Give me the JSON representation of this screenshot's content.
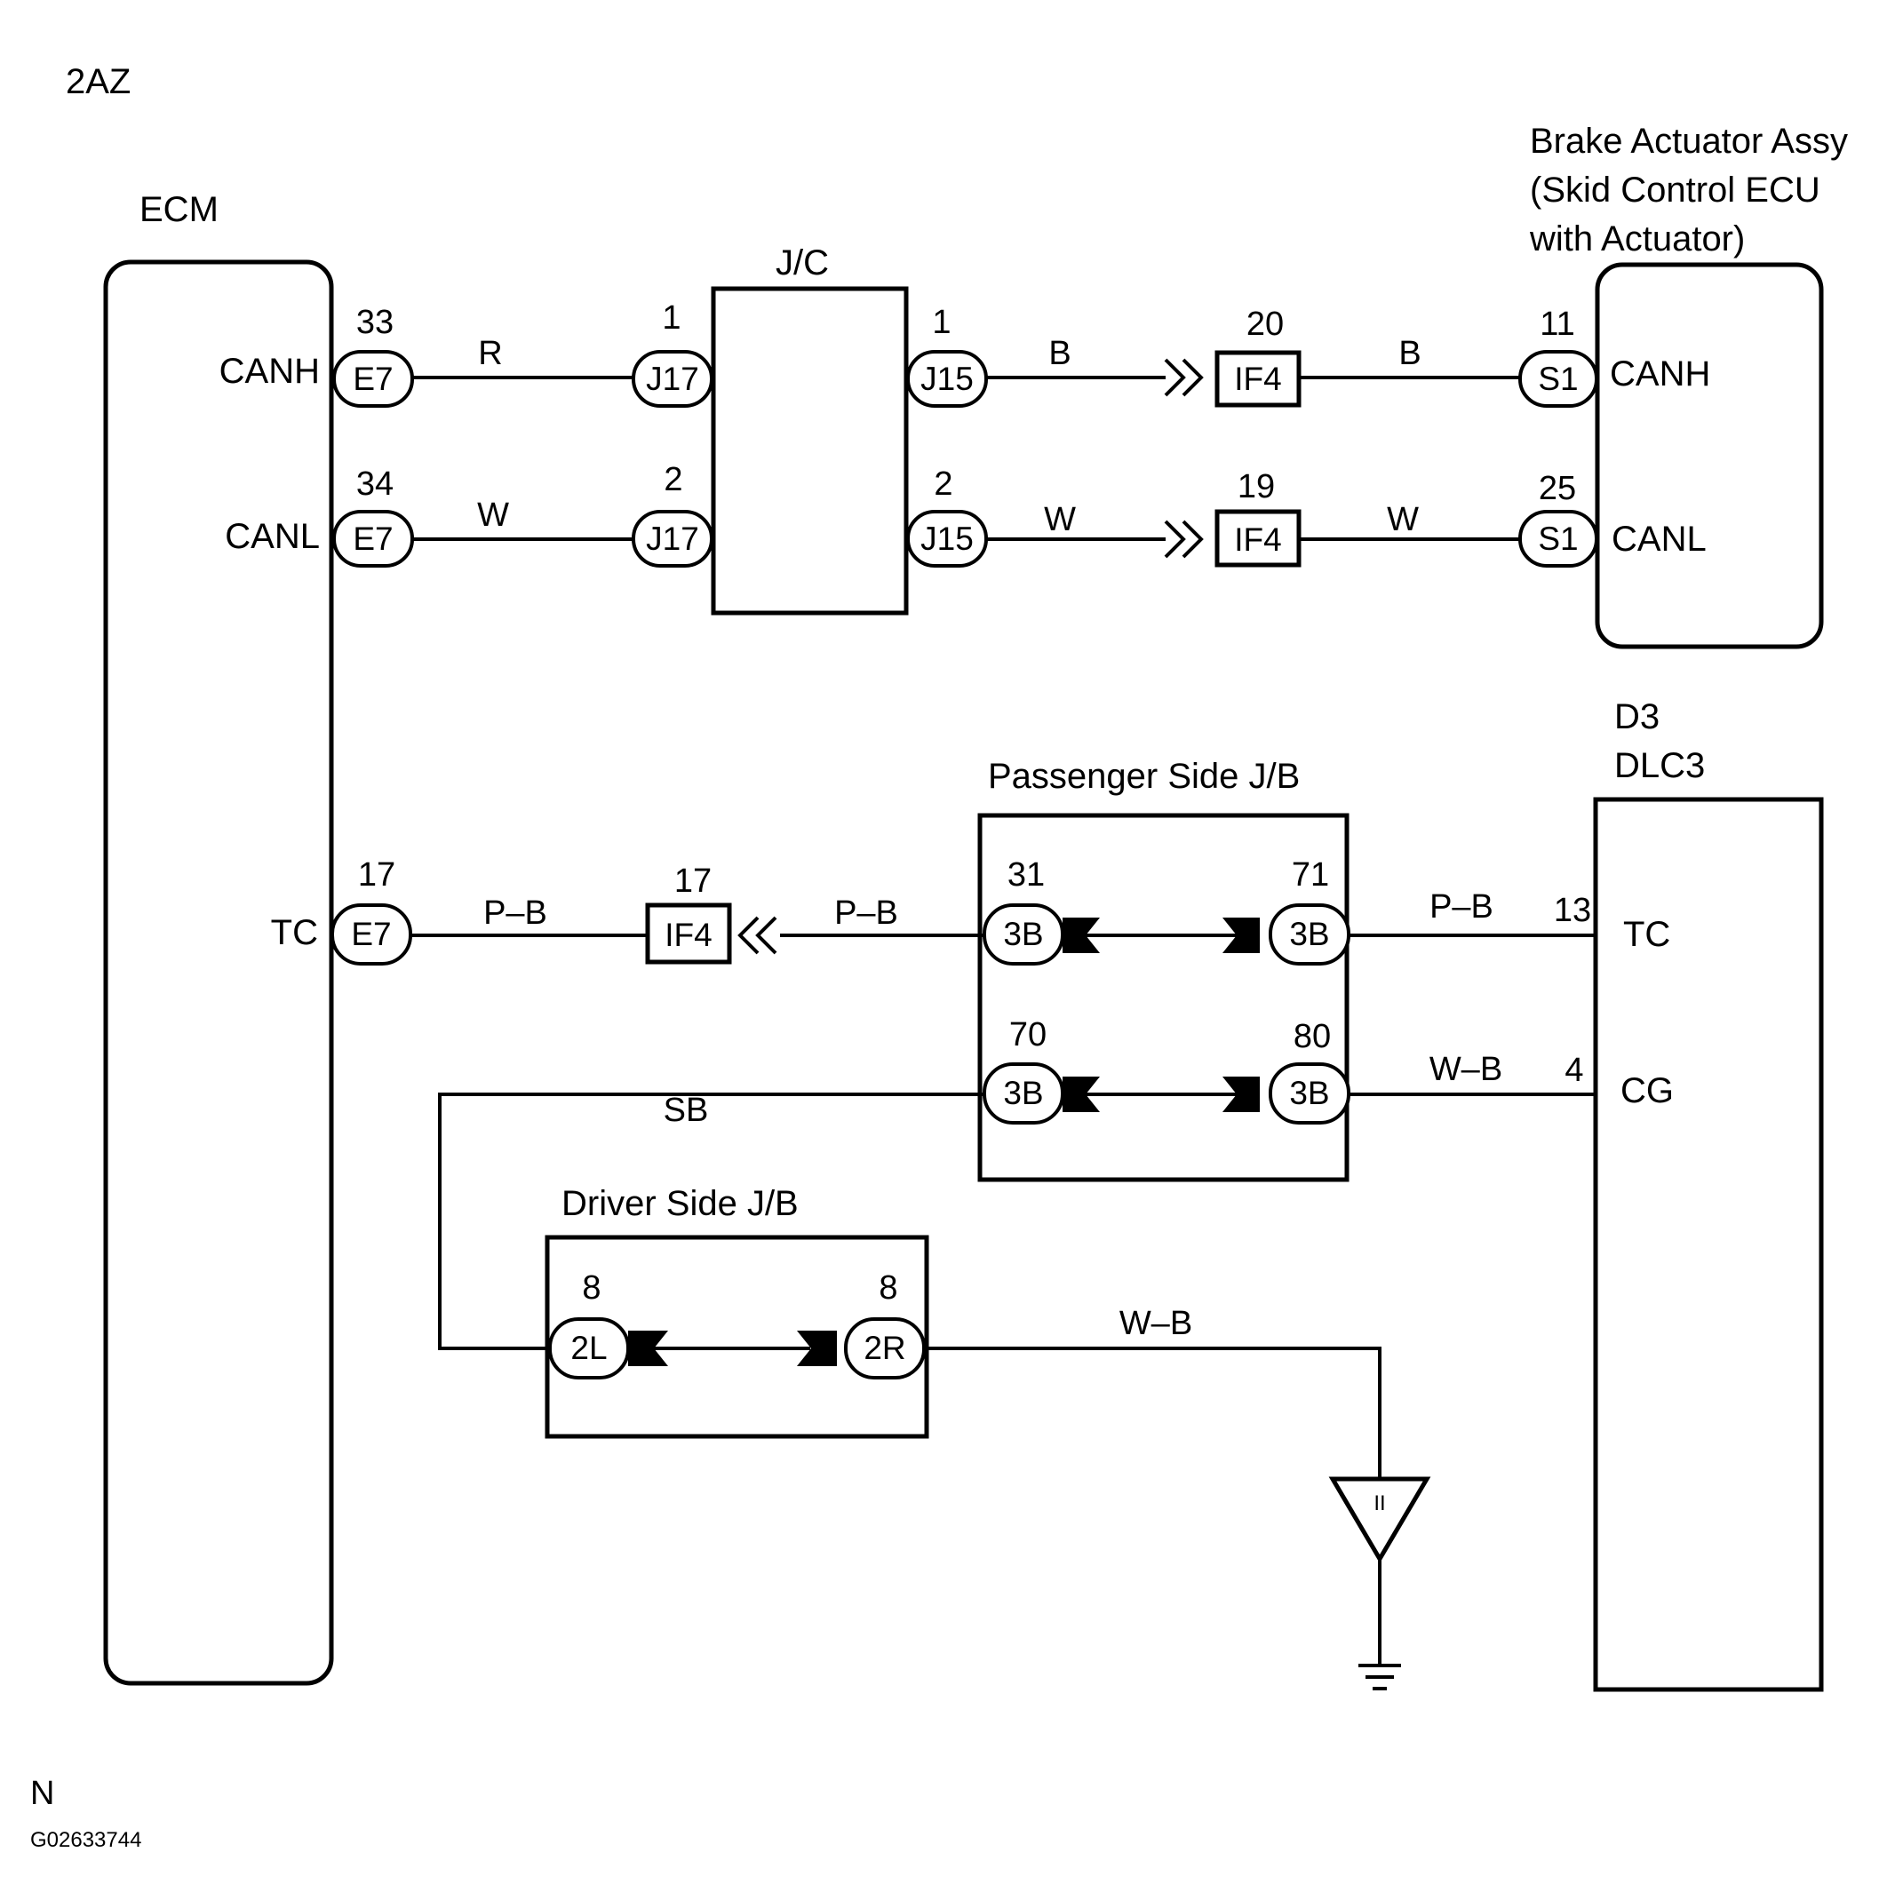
{
  "diagram": {
    "engine": "2AZ",
    "components": {
      "ecm": {
        "name": "ECM",
        "pins": {
          "canh": "CANH",
          "canl": "CANL",
          "tc": "TC"
        }
      },
      "jc": {
        "name": "J/C"
      },
      "brake": {
        "line1": "Brake Actuator Assy",
        "line2": "(Skid Control ECU",
        "line3": "with Actuator)",
        "pins": {
          "canh": "CANH",
          "canl": "CANL"
        }
      },
      "passenger_jb": {
        "name": "Passenger Side J/B"
      },
      "driver_jb": {
        "name": "Driver Side J/B"
      },
      "dlc": {
        "id": "D3",
        "name": "DLC3",
        "pins": {
          "tc": "TC",
          "cg": "CG"
        }
      }
    },
    "connectors": {
      "e7_canh": {
        "code": "E7",
        "pin": "33"
      },
      "e7_canl": {
        "code": "E7",
        "pin": "34"
      },
      "e7_tc": {
        "code": "E7",
        "pin": "17"
      },
      "j17_1": {
        "code": "J17",
        "pin": "1"
      },
      "j17_2": {
        "code": "J17",
        "pin": "2"
      },
      "j15_1": {
        "code": "J15",
        "pin": "1"
      },
      "j15_2": {
        "code": "J15",
        "pin": "2"
      },
      "if4_20": {
        "code": "IF4",
        "pin": "20"
      },
      "if4_19": {
        "code": "IF4",
        "pin": "19"
      },
      "if4_17": {
        "code": "IF4",
        "pin": "17"
      },
      "s1_11": {
        "code": "S1",
        "pin": "11"
      },
      "s1_25": {
        "code": "S1",
        "pin": "25"
      },
      "jb3b_31": {
        "code": "3B",
        "pin": "31"
      },
      "jb3b_71": {
        "code": "3B",
        "pin": "71"
      },
      "jb3b_70": {
        "code": "3B",
        "pin": "70"
      },
      "jb3b_80": {
        "code": "3B",
        "pin": "80"
      },
      "jb2l_8": {
        "code": "2L",
        "pin": "8"
      },
      "jb2r_8": {
        "code": "2R",
        "pin": "8"
      },
      "dlc_tc": {
        "pin": "13"
      },
      "dlc_cg": {
        "pin": "4"
      }
    },
    "wire_colors": {
      "canh_a": "R",
      "canh_b": "B",
      "canh_c": "B",
      "canl_a": "W",
      "canl_b": "W",
      "canl_c": "W",
      "tc_a": "P–B",
      "tc_b": "P–B",
      "tc_c": "P–B",
      "cg_a": "W–B",
      "sb": "SB",
      "ground": "W–B"
    },
    "ground_label": "II",
    "footer": {
      "code": "N",
      "figure_id": "G02633744"
    }
  }
}
